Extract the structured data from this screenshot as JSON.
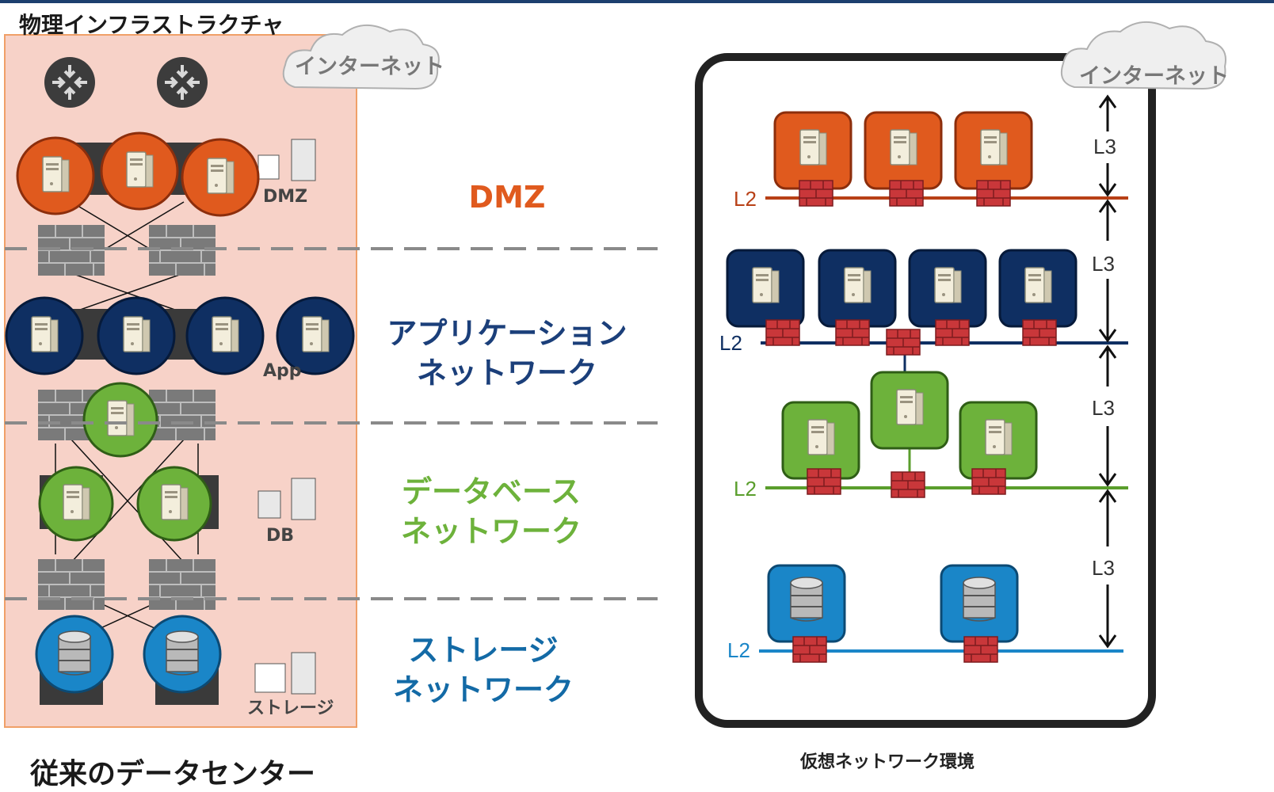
{
  "physical": {
    "title": "物理インフラストラクチャ",
    "cloud": "インターネット",
    "tier_labels": [
      "DMZ",
      "App",
      "DB",
      "ストレージ"
    ]
  },
  "segments": [
    {
      "label_line1": "DMZ",
      "label_line2": "",
      "color": "#e05a1e"
    },
    {
      "label_line1": "アプリケーション",
      "label_line2": "ネットワーク",
      "color": "#1b3f7a"
    },
    {
      "label_line1": "データベース",
      "label_line2": "ネットワーク",
      "color": "#6db23b"
    },
    {
      "label_line1": "ストレージ",
      "label_line2": "ネットワーク",
      "color": "#136aa6"
    }
  ],
  "virtual": {
    "cloud": "インターネット",
    "caption": "仮想ネットワーク環境",
    "l2": "L2",
    "l3": "L3"
  },
  "bottom_title": "従来のデータセンター",
  "colors": {
    "dmz": "#e05a1e",
    "app": "#0f2f62",
    "db": "#6db23b",
    "storage": "#1a86c8",
    "panel": "#f7d2c8"
  }
}
